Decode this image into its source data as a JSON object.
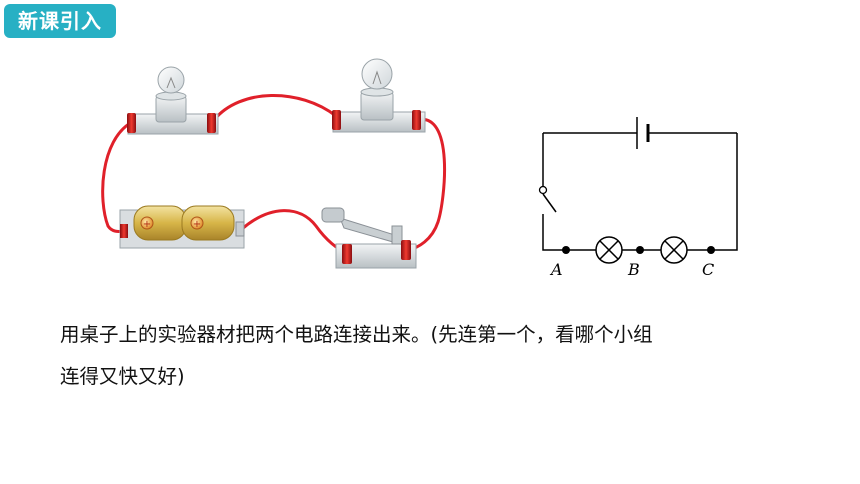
{
  "header": {
    "badge": "新课引入"
  },
  "schematic": {
    "labels": {
      "a": "A",
      "b": "B",
      "c": "C"
    }
  },
  "body": {
    "line1": "用桌子上的实验器材把两个电路连接出来。(先连第一个，看哪个小组",
    "line2": "连得又快又好)"
  },
  "colors": {
    "badge": "#27b0c4",
    "wire": "#e0202a",
    "battery": "#d4b54a"
  }
}
